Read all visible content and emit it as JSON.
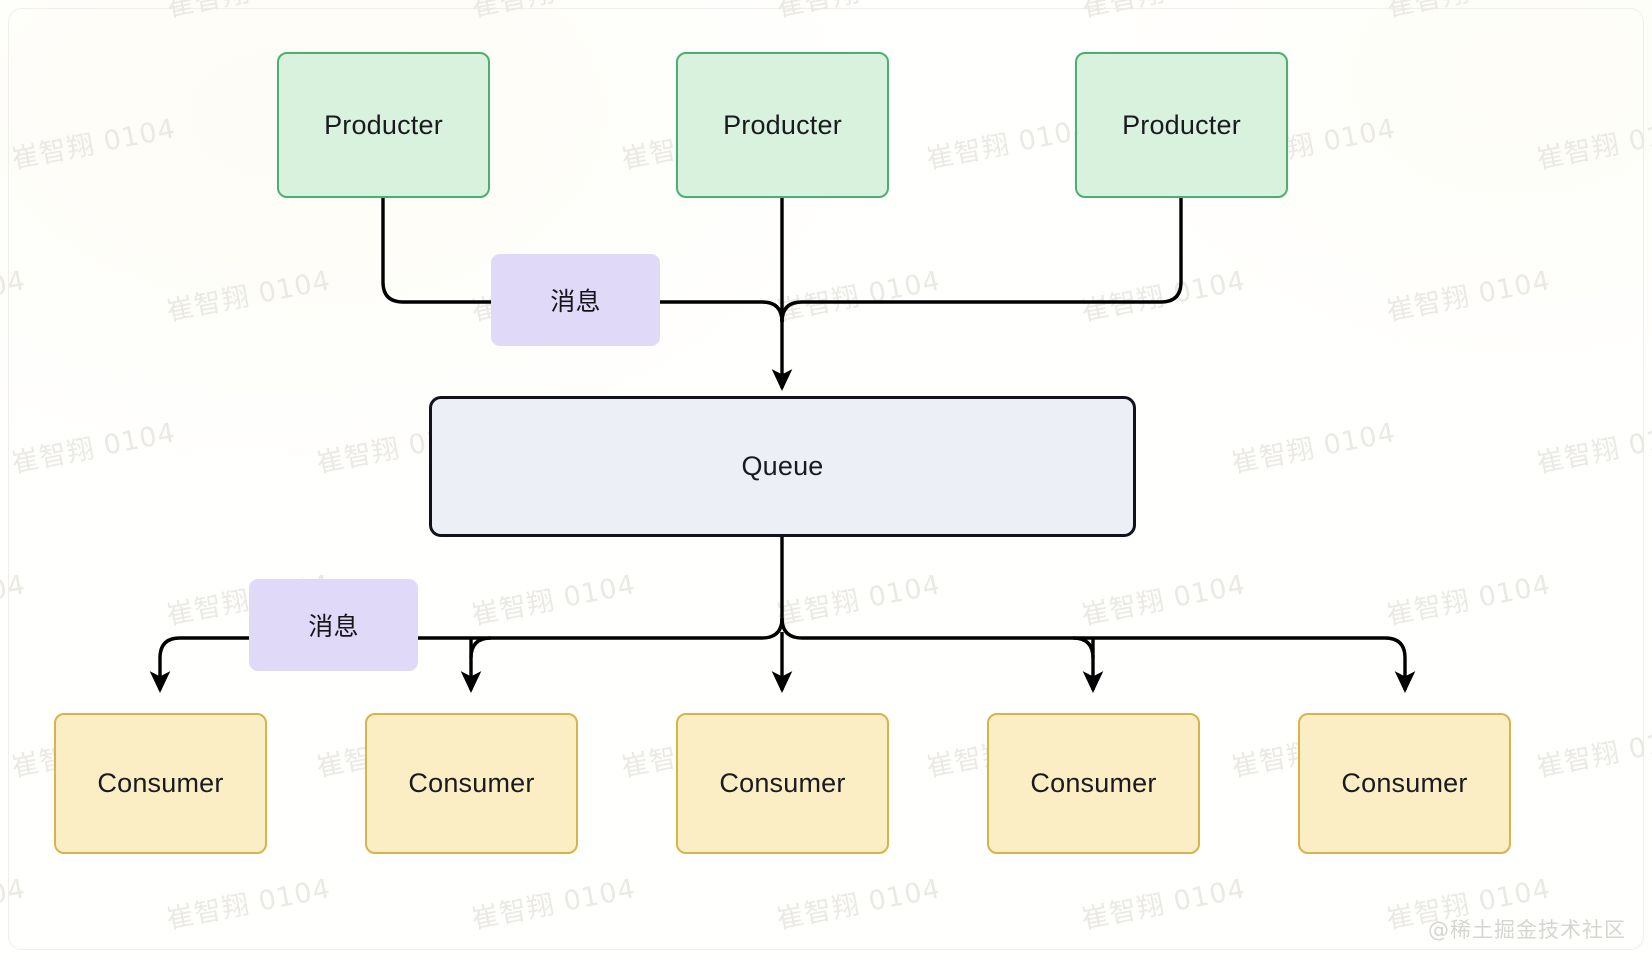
{
  "diagram": {
    "title": "Message Queue Producer Consumer Diagram",
    "background_color": "#fffffe",
    "producers": [
      {
        "label": "Producter"
      },
      {
        "label": "Producter"
      },
      {
        "label": "Producter"
      }
    ],
    "queue": {
      "label": "Queue"
    },
    "consumers": [
      {
        "label": "Consumer"
      },
      {
        "label": "Consumer"
      },
      {
        "label": "Consumer"
      },
      {
        "label": "Consumer"
      },
      {
        "label": "Consumer"
      }
    ],
    "message_chips": [
      {
        "label": "消息"
      },
      {
        "label": "消息"
      }
    ],
    "colors": {
      "producer_fill": "#d9f2dd",
      "producer_border": "#4caf72",
      "queue_fill": "#eceff6",
      "queue_border": "#12121a",
      "consumer_fill": "#fbeec5",
      "consumer_border": "#d6b44b",
      "message_fill": "#e0d9f8",
      "edge": "#000000",
      "watermark": "#ebe9e4",
      "attribution": "#d7d5d0"
    }
  },
  "watermark": {
    "text": "崔智翔 0104"
  },
  "attribution": {
    "text": "@稀土掘金技术社区"
  }
}
